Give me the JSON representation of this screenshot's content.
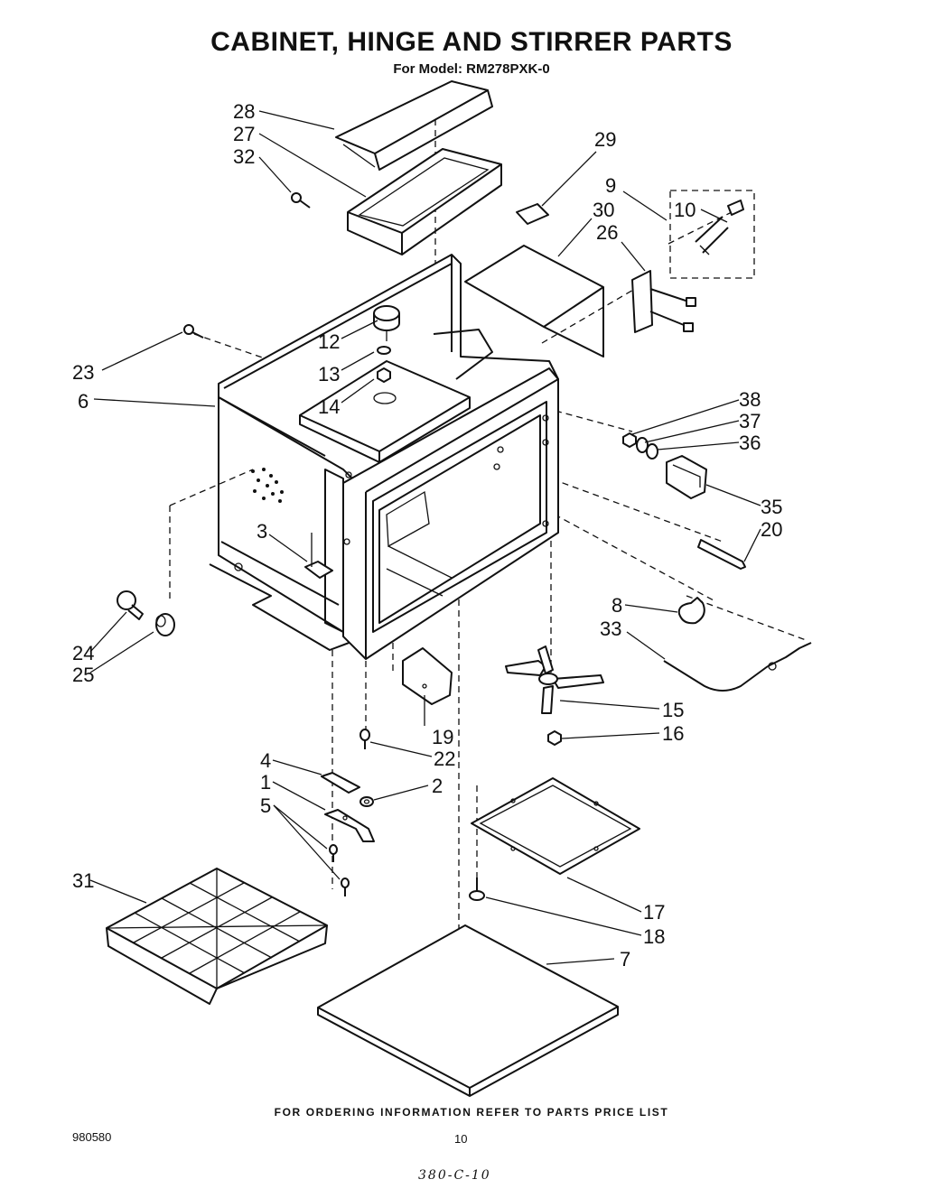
{
  "title": "CABINET, HINGE AND STIRRER PARTS",
  "subtitle": "For Model: RM278PXK-0",
  "footer": "FOR ORDERING INFORMATION REFER TO PARTS PRICE LIST",
  "doc_number": "980580",
  "page_number": "10",
  "handwritten_note": "380-C-10",
  "callouts": [
    {
      "id": "c28",
      "label": "28"
    },
    {
      "id": "c27",
      "label": "27"
    },
    {
      "id": "c32",
      "label": "32"
    },
    {
      "id": "c29",
      "label": "29"
    },
    {
      "id": "c9",
      "label": "9"
    },
    {
      "id": "c10",
      "label": "10"
    },
    {
      "id": "c30",
      "label": "30"
    },
    {
      "id": "c26",
      "label": "26"
    },
    {
      "id": "c12",
      "label": "12"
    },
    {
      "id": "c23",
      "label": "23"
    },
    {
      "id": "c13",
      "label": "13"
    },
    {
      "id": "c6",
      "label": "6"
    },
    {
      "id": "c14",
      "label": "14"
    },
    {
      "id": "c38",
      "label": "38"
    },
    {
      "id": "c37",
      "label": "37"
    },
    {
      "id": "c36",
      "label": "36"
    },
    {
      "id": "c35",
      "label": "35"
    },
    {
      "id": "c3",
      "label": "3"
    },
    {
      "id": "c20",
      "label": "20"
    },
    {
      "id": "c8",
      "label": "8"
    },
    {
      "id": "c33",
      "label": "33"
    },
    {
      "id": "c24",
      "label": "24"
    },
    {
      "id": "c25",
      "label": "25"
    },
    {
      "id": "c15",
      "label": "15"
    },
    {
      "id": "c19",
      "label": "19"
    },
    {
      "id": "c16",
      "label": "16"
    },
    {
      "id": "c22",
      "label": "22"
    },
    {
      "id": "c4",
      "label": "4"
    },
    {
      "id": "c1",
      "label": "1"
    },
    {
      "id": "c2",
      "label": "2"
    },
    {
      "id": "c5",
      "label": "5"
    },
    {
      "id": "c31",
      "label": "31"
    },
    {
      "id": "c17",
      "label": "17"
    },
    {
      "id": "c18",
      "label": "18"
    },
    {
      "id": "c7",
      "label": "7"
    }
  ]
}
